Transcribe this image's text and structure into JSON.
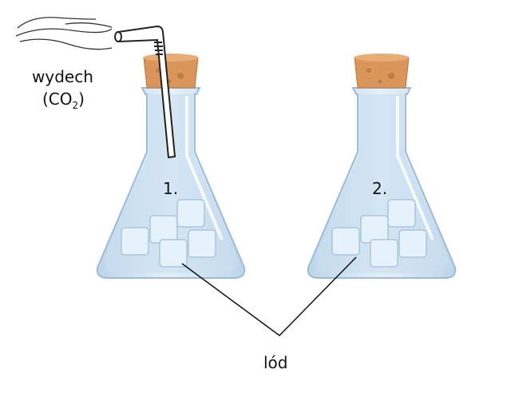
{
  "labels": {
    "exhale_word": "wydech",
    "exhale_formula_open": "(CO",
    "exhale_formula_sub": "2",
    "exhale_formula_close": ")",
    "flask1": "1.",
    "flask2": "2.",
    "ice": "lód"
  },
  "colors": {
    "cork": "#d9955a",
    "glass": "#cfe3f2",
    "glass_edge": "#9dbbd6",
    "ice": "#e6f2fb"
  }
}
